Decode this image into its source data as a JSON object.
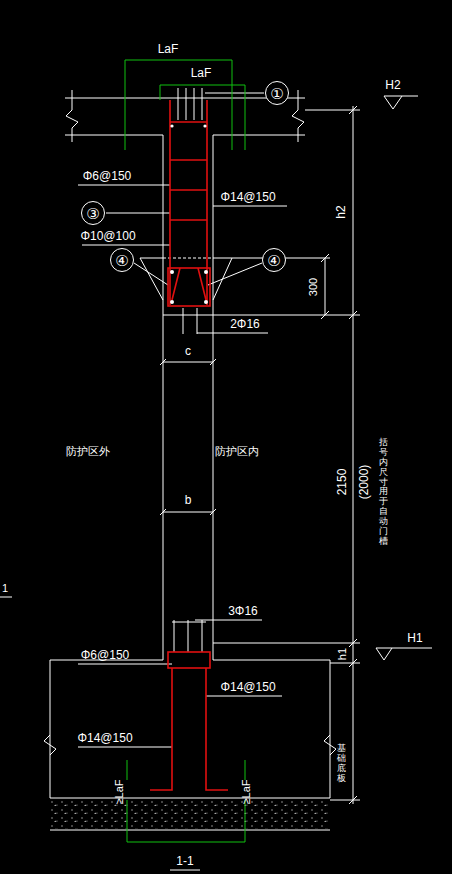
{
  "diagram": {
    "nodes": [
      {
        "text": [
          "①"
        ]
      },
      {
        "text": [
          "③"
        ]
      },
      {
        "text": [
          "④"
        ]
      },
      {
        "text": [
          "④"
        ]
      }
    ],
    "labels": [
      "LaF",
      "LaF",
      "H2",
      "Φ6@150",
      "Φ14@150",
      "Φ10@100",
      "h2",
      "300",
      "2Φ16",
      "c",
      "防护区外",
      "防护区内",
      "b",
      "2150",
      "(2000)",
      "括号内尺寸用于自动门槽",
      "1",
      "3Φ16",
      "Φ6@150",
      "H1",
      "h1",
      "Φ14@150",
      "基础底板",
      "Φ14@150",
      "≥LaF",
      "≥LaF",
      "1-1"
    ]
  }
}
